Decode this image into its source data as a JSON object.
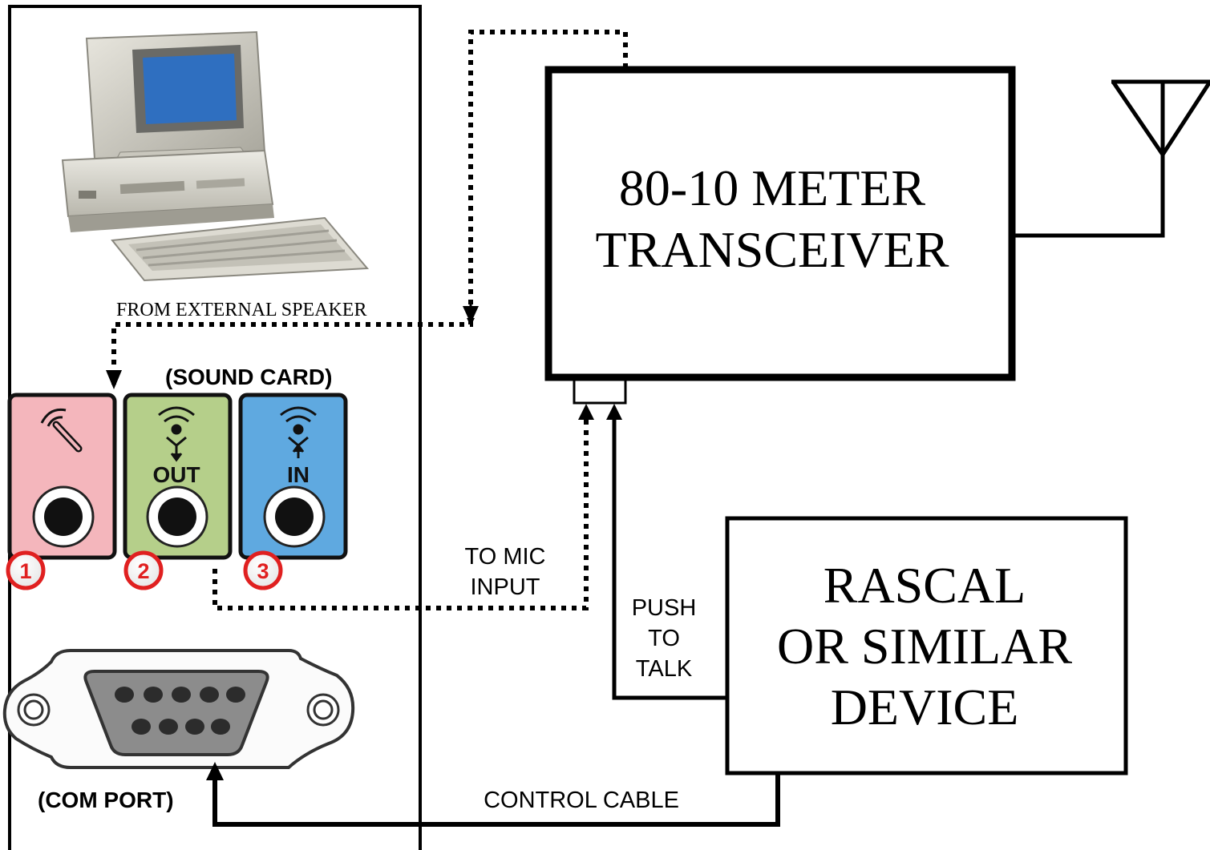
{
  "computer_panel": {
    "from_external_speaker_label": "FROM EXTERNAL SPEAKER",
    "sound_card_label": "(SOUND CARD)",
    "com_port_label": "(COM PORT)",
    "jacks": [
      {
        "number": "1",
        "label": "",
        "color": "#f4b6bc",
        "icon": "microphone-icon"
      },
      {
        "number": "2",
        "label": "OUT",
        "color": "#b5cf8a",
        "icon": "audio-out-icon"
      },
      {
        "number": "3",
        "label": "IN",
        "color": "#5fa9e0",
        "icon": "audio-in-icon"
      }
    ]
  },
  "transceiver": {
    "line1": "80-10 METER",
    "line2": "TRANSCEIVER"
  },
  "device": {
    "line1": "RASCAL",
    "line2": "OR SIMILAR",
    "line3": "DEVICE"
  },
  "connections": {
    "to_mic_line1": "TO MIC",
    "to_mic_line2": "INPUT",
    "ptt_line1": "PUSH",
    "ptt_line2": "TO",
    "ptt_line3": "TALK",
    "control_cable": "CONTROL CABLE"
  },
  "icons": {
    "computer": "desktop-computer-icon",
    "antenna": "antenna-icon",
    "serial_port": "db9-serial-port-icon"
  },
  "colors": {
    "line": "#000000",
    "badge_red": "#e02020",
    "monitor_screen": "#2f6fc0",
    "computer_body": "#d8d6cc"
  }
}
